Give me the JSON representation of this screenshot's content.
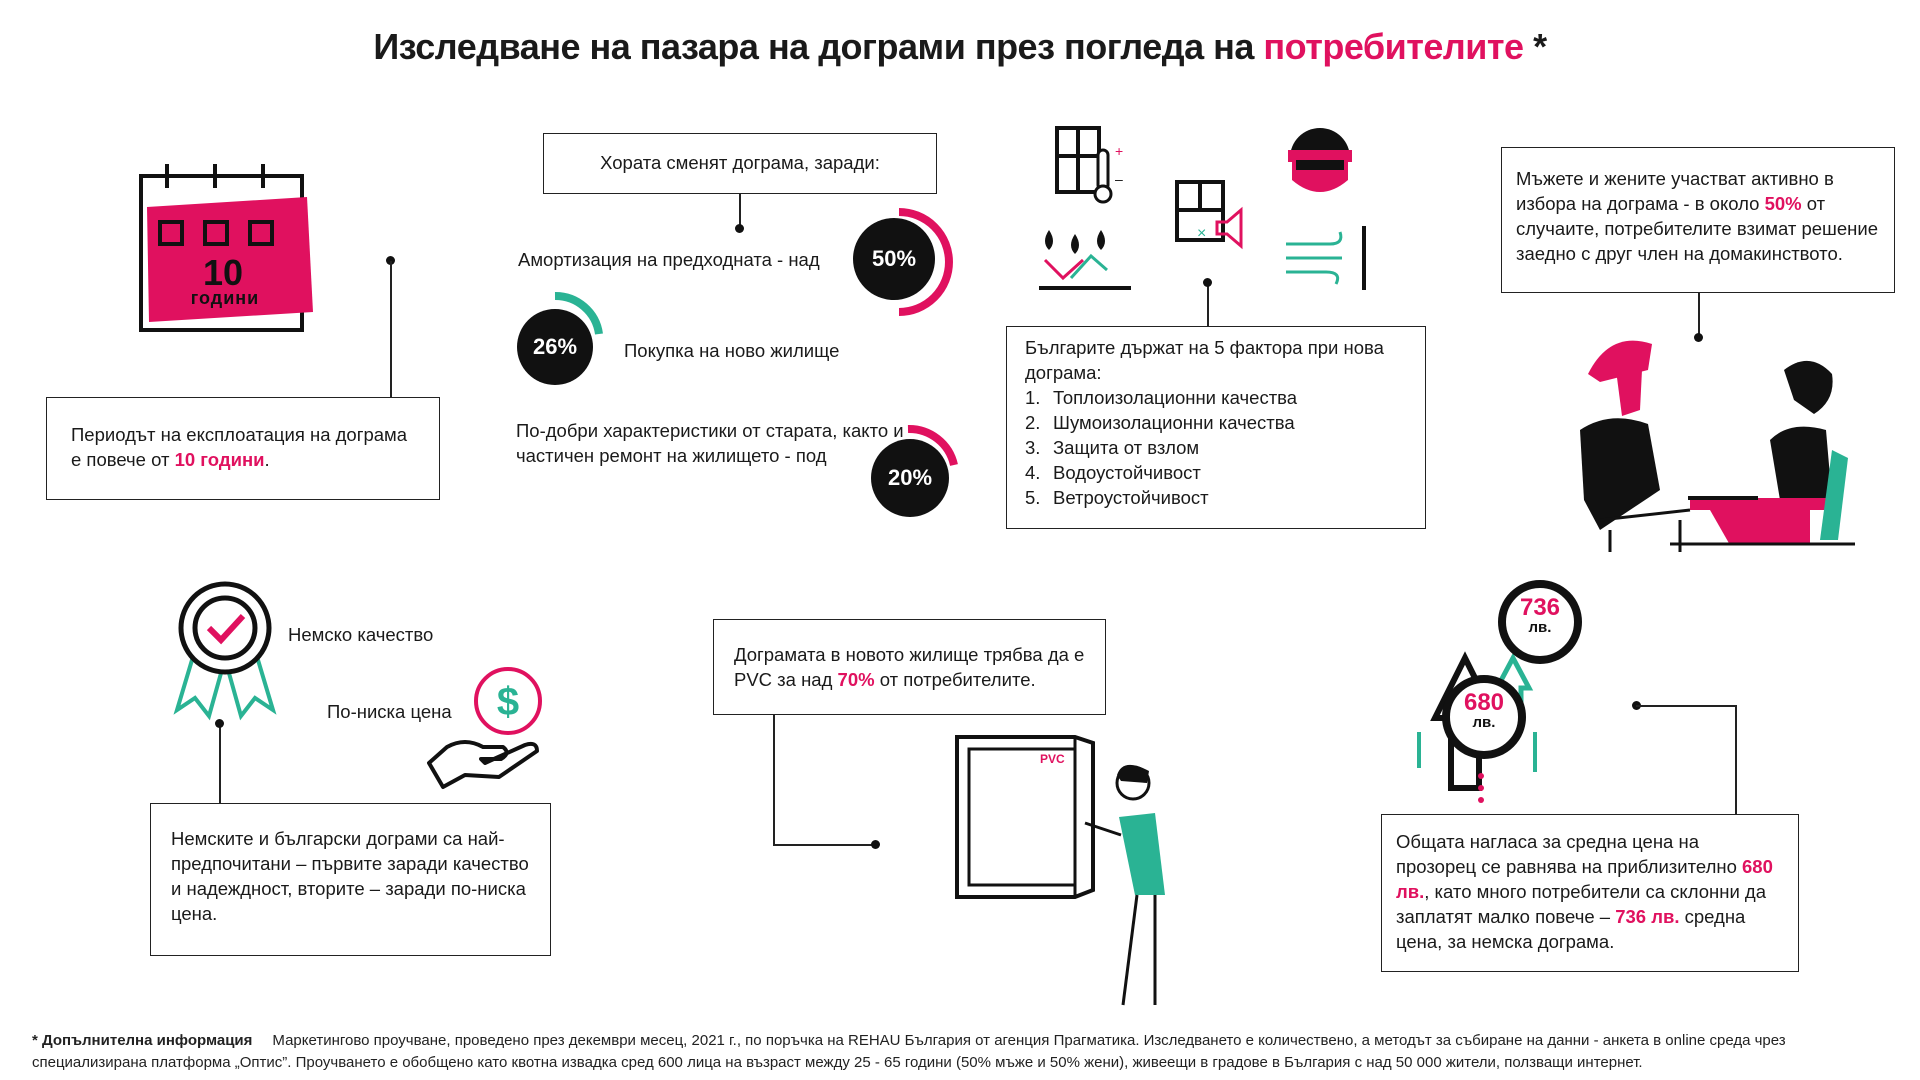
{
  "title": {
    "main": "Изследване на пазара на дограми през погледа на ",
    "highlight": "потребителите",
    "suffix": " *"
  },
  "calendar": {
    "number": "10",
    "unit": "години"
  },
  "period_box": {
    "text": "Периодът на експлоатация на дограма е повече от ",
    "highlight": "10 години",
    "suffix": "."
  },
  "reasons": {
    "header": "Хората сменят дограма, заради:",
    "items": [
      {
        "label": "Амортизация на предходната - над",
        "value": "50%",
        "fraction": 0.5
      },
      {
        "label": "Покупка на ново жилище",
        "value": "26%",
        "fraction": 0.26
      },
      {
        "label": "По-добри характеристики от старата, както и частичен ремонт на жилището - под",
        "value": "20%",
        "fraction": 0.2
      }
    ]
  },
  "factors": {
    "header": "Българите държат на 5 фактора при нова дограма:",
    "items": [
      {
        "num": "1.",
        "label": "Топлоизолационни качества"
      },
      {
        "num": "2.",
        "label": "Шумоизолационни качества"
      },
      {
        "num": "3.",
        "label": "Защита от взлом"
      },
      {
        "num": "4.",
        "label": "Водоустойчивост"
      },
      {
        "num": "5.",
        "label": "Ветроустойчивост"
      }
    ]
  },
  "decision_box": {
    "text": "Мъжете и жените участват активно в избора на дограма - в около ",
    "highlight": "50%",
    "suffix": " от случаите, потребителите взимат решение заедно с друг член на домакинството."
  },
  "quality": {
    "german_label": "Немско качество",
    "price_label": "По-ниска цена",
    "box_text": "Немските и български дограми са най-предпочитани – първите заради качество и надеждност, вторите – заради по-ниска цена."
  },
  "pvc": {
    "text": "Дограмата в новото жилище трябва да е PVC за над ",
    "highlight": "70%",
    "suffix": " от потребителите.",
    "window_label": "PVC"
  },
  "price": {
    "high_value": "736",
    "high_unit": "лв.",
    "low_value": "680",
    "low_unit": "лв.",
    "text1": "Общата нагласа за средна цена на прозорец се равнява на приблизително ",
    "highlight1": "680 лв.",
    "text2": ", като много потребители са склонни да заплатят малко повече – ",
    "highlight2": "736 лв.",
    "text3": " средна цена, за немска дограма."
  },
  "footer": {
    "label": "* Допълнителна информация",
    "text": "Маркетингово проучване, проведено през декември месец, 2021 г., по поръчка на REHAU България от агенция Прагматика. Изследването е количествено, а методът за събиране на данни - анкета в online среда чрез специализирана платформа „Оптис”. Проучването е обобщено като квотна извадка сред 600 лица на възраст между 25 - 65 години (50% мъже и 50% жени), живеещи в градове в България с над 50 000 жители, ползващи интернет."
  },
  "colors": {
    "accent": "#e0115f",
    "teal": "#2ab394",
    "dark": "#111111"
  }
}
